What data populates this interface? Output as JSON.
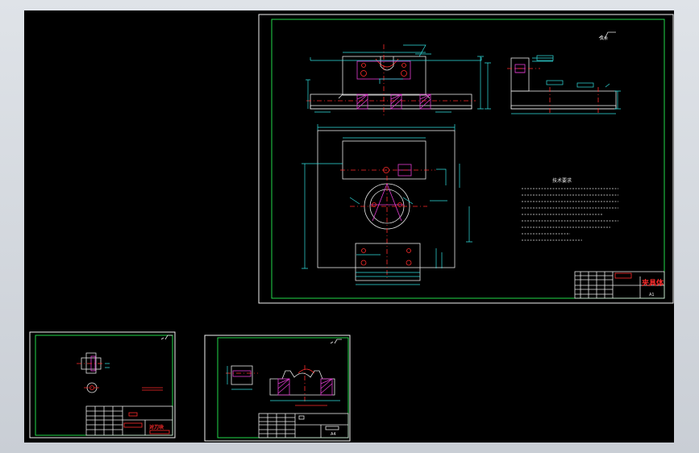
{
  "main_sheet": {
    "title_block": {
      "drawing_title": "夹具体",
      "sheet_size": "A1"
    },
    "notes": {
      "heading": "技术要求"
    }
  },
  "part_sheet": {
    "title_block": {
      "drawing_title": "对刀块"
    }
  },
  "fixture_sheet": {
    "title_block": {
      "sheet_size": "A4"
    }
  },
  "colors": {
    "background": "#000000",
    "frame": "#22d94a",
    "outline": "#e8e8e8",
    "dimension": "#31e0e0",
    "centerline": "#ff2b2b",
    "hidden": "#e03cd0"
  }
}
